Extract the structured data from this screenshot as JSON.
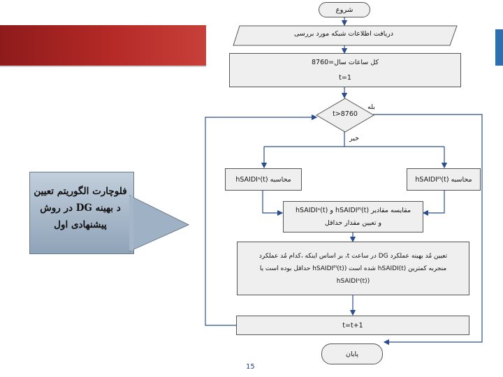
{
  "callout": {
    "line1": "فلوچارت الگوریتم تعیین",
    "line2": "د بهینه DG در روش",
    "line3": "پیشنهادی اول"
  },
  "flowchart": {
    "start": "شروع",
    "input": "دریافت اطلاعات شبکه مورد بررسی",
    "init_line1": "کل ساعات سال=8760",
    "init_line2": "t=1",
    "decision": "t>8760",
    "yes_label": "بله",
    "no_label": "خیر",
    "calc_pi": "محاسبه hSAIDIᴾᴵ(t)",
    "calc_s": "محاسبه hSAIDIˢ(t)",
    "compare_line1": "مقایسه مقادیر hSAIDIᴾᴵ(t) و hSAIDIˢ(t)",
    "compare_line2": "و تعیین مقدار حداقل",
    "decide_line1": "تعیین مُد بهینه عملکرد DG در ساعت t، بر اساس اینکه ،کدام مُد عملکرد",
    "decide_line2": "منجربه کمترین hSAIDI(t) شده است (hSAIDIᴾᴵ(t) حداقل بوده است یا",
    "decide_line3": "(hSAIDIˢ(t)",
    "increment": "t=t+1",
    "end": "پایان"
  },
  "page_number": "15"
}
